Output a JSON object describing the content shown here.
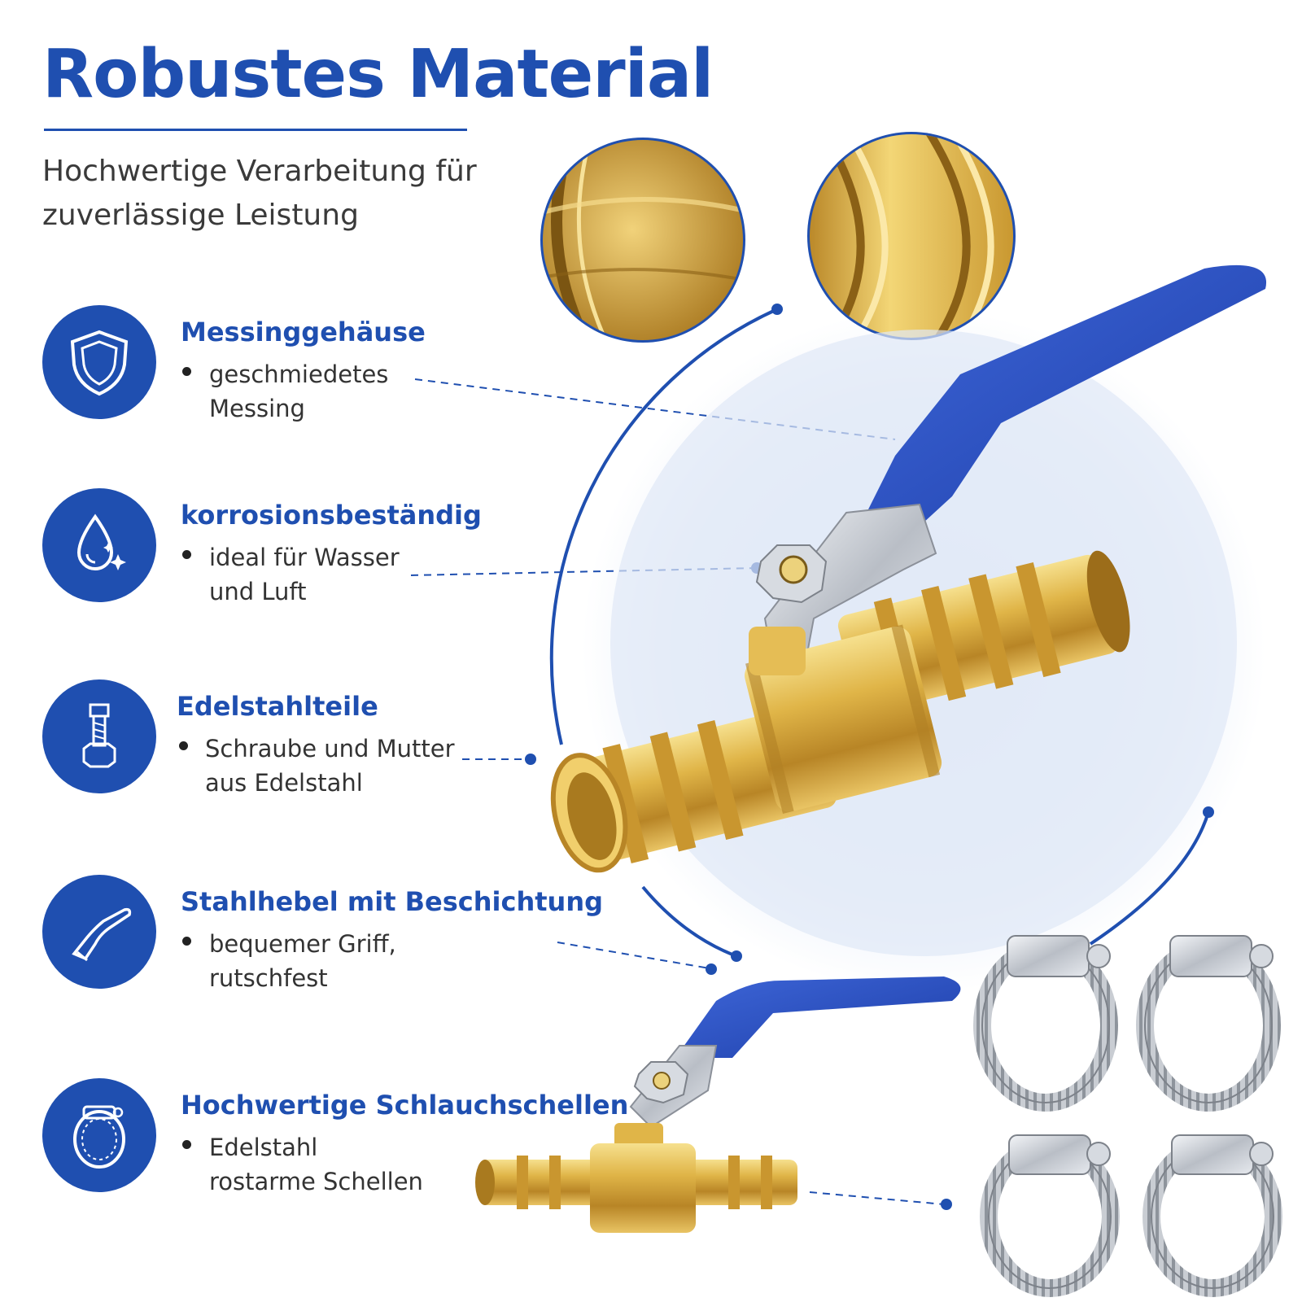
{
  "header": {
    "title": "Robustes Material",
    "subtitle_line1": "Hochwertige Verarbeitung für",
    "subtitle_line2": "zuverlässige Leistung"
  },
  "colors": {
    "accent": "#1f4fb0",
    "brass": "#d9a93b",
    "lever": "#2448b8",
    "steel": "#b9bec6"
  },
  "features": [
    {
      "icon": "shield-icon",
      "title": "Messinggehäuse",
      "line1": "geschmiedetes",
      "line2": "Messing"
    },
    {
      "icon": "water-drop-icon",
      "title": "korrosionsbeständig",
      "line1": "ideal für Wasser",
      "line2": "und Luft"
    },
    {
      "icon": "bolt-nut-icon",
      "title": "Edelstahlteile",
      "line1": "Schraube und Mutter",
      "line2": "aus Edelstahl"
    },
    {
      "icon": "lever-handle-icon",
      "title": "Stahlhebel mit Beschichtung",
      "line1": "bequemer Griff,",
      "line2": "rutschfest"
    },
    {
      "icon": "hose-clamp-icon",
      "title": "Hochwertige Schlauchschellen",
      "line1": "Edelstahl",
      "line2": "rostarme Schellen"
    }
  ],
  "product": {
    "main": "ball-valve-large",
    "secondary": "ball-valve-small",
    "accessories": "hose-clamps-4",
    "detail_views": [
      "brass-texture-closeup",
      "barb-closeup"
    ]
  }
}
